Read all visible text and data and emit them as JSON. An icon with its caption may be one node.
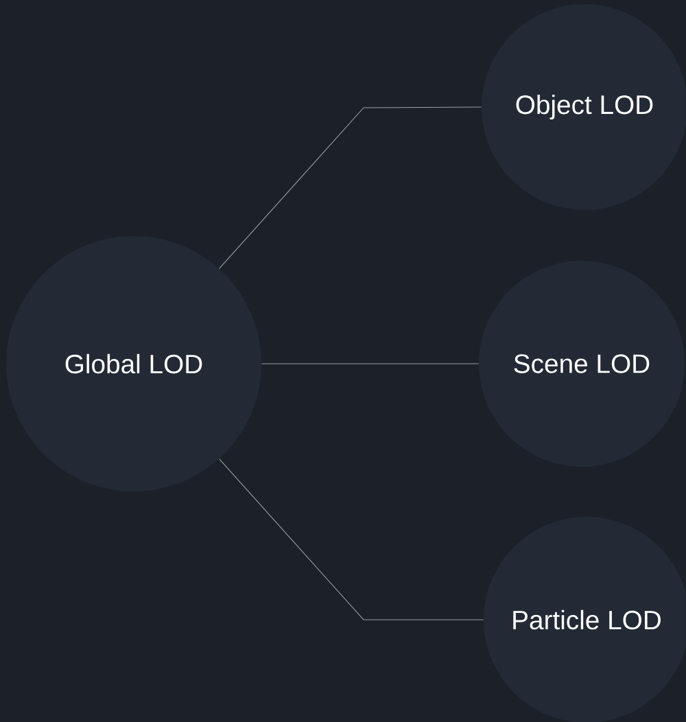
{
  "diagram": {
    "nodes": [
      {
        "text": [
          "Global LOD"
        ]
      },
      {
        "text": [
          "Object LOD"
        ]
      },
      {
        "text": [
          "Scene LOD"
        ]
      },
      {
        "text": [
          "Particle LOD"
        ]
      }
    ],
    "edges": [
      {
        "from": 0,
        "to": 1,
        "arrow": "none"
      },
      {
        "from": 0,
        "to": 2,
        "arrow": "none"
      },
      {
        "from": 0,
        "to": 3,
        "arrow": "none"
      }
    ]
  }
}
